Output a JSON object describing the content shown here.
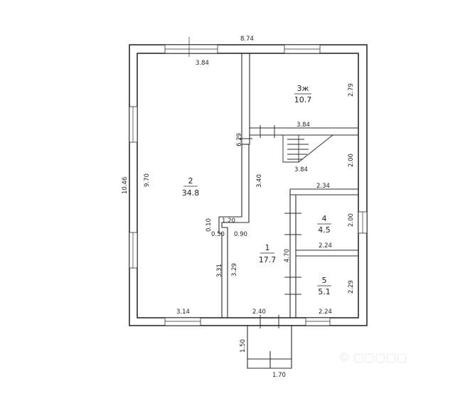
{
  "plan": {
    "rooms": [
      {
        "id": "1",
        "number": "1",
        "area": "17.7"
      },
      {
        "id": "2",
        "number": "2",
        "area": "34.8"
      },
      {
        "id": "3",
        "number": "3ж",
        "area": "10.7"
      },
      {
        "id": "4",
        "number": "4",
        "area": "4.5"
      },
      {
        "id": "5",
        "number": "5",
        "area": "5.1"
      }
    ],
    "dimensions": {
      "overall_width": "8.74",
      "overall_height": "10.46",
      "room2_top": "3.84",
      "room2_height": "9.70",
      "room2_wall": "6.29",
      "room3_height": "2.79",
      "room3_bottom": "3.84",
      "stair_width": "3.84",
      "stair_height": "2.00",
      "hall_upper": "3.40",
      "corridor_width": "2.34",
      "partition_ledge": "1.20",
      "partition_step": "0.10",
      "partition_a": "0.50",
      "partition_b": "0.90",
      "room4_height": "2.00",
      "room4_width": "2.24",
      "hall_side": "4.70",
      "room5_height": "2.29",
      "room5_width": "2.24",
      "hall_left_a": "3.31",
      "hall_left_b": "3.29",
      "room2_bottom": "3.14",
      "hall_bottom": "2.40",
      "porch_depth": "1.50",
      "porch_width": "1.70"
    }
  }
}
